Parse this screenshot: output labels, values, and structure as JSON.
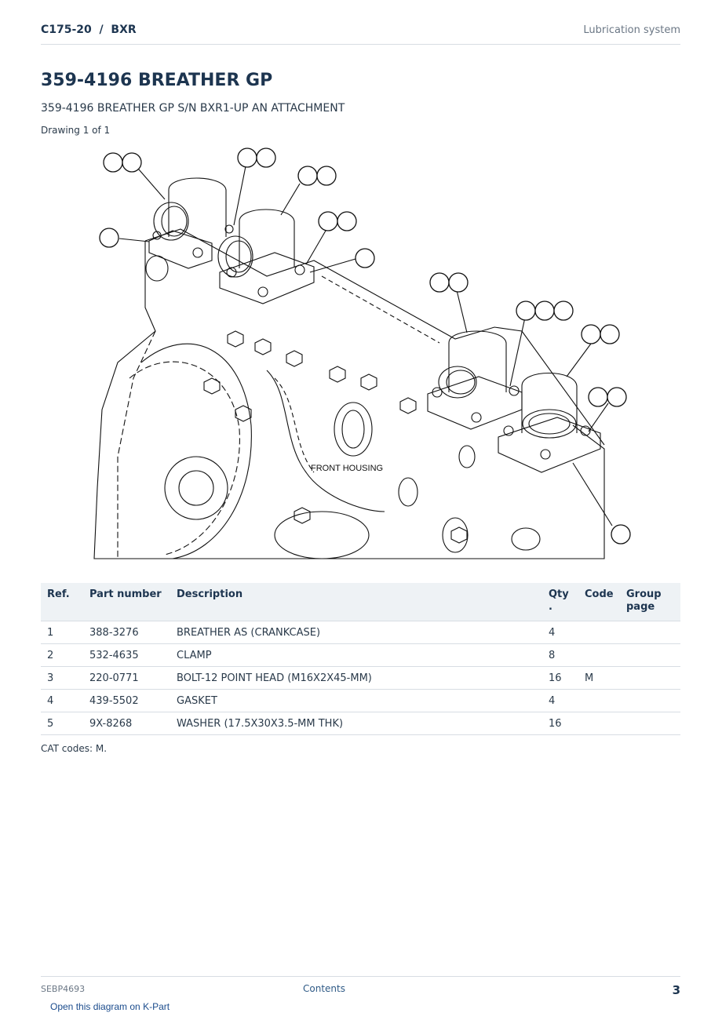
{
  "header": {
    "model": "C175-20  /  BXR",
    "section": "Lubrication system"
  },
  "title": "359-4196 BREATHER GP",
  "subtitle": "359-4196 BREATHER GP S/N BXR1-UP AN ATTACHMENT",
  "drawing_label": "Drawing 1 of 1",
  "diagram": {
    "callout_text": "FRONT HOUSING"
  },
  "table": {
    "headers": {
      "ref": "Ref.",
      "part_number": "Part number",
      "description": "Description",
      "qty": "Qty",
      "qty_dot": ".",
      "code": "Code",
      "group_page": "Group page"
    },
    "rows": [
      {
        "ref": "1",
        "part_number": "388-3276",
        "description": "BREATHER AS (CRANKCASE)",
        "qty": "4",
        "code": "",
        "group_page": ""
      },
      {
        "ref": "2",
        "part_number": "532-4635",
        "description": "CLAMP",
        "qty": "8",
        "code": "",
        "group_page": ""
      },
      {
        "ref": "3",
        "part_number": "220-0771",
        "description": "BOLT-12 POINT HEAD (M16X2X45-MM)",
        "qty": "16",
        "code": "M",
        "group_page": ""
      },
      {
        "ref": "4",
        "part_number": "439-5502",
        "description": "GASKET",
        "qty": "4",
        "code": "",
        "group_page": ""
      },
      {
        "ref": "5",
        "part_number": "9X-8268",
        "description": "WASHER (17.5X30X3.5-MM THK)",
        "qty": "16",
        "code": "",
        "group_page": ""
      }
    ]
  },
  "codes_note": "CAT codes: M.",
  "footer": {
    "doc_id": "SEBP4693",
    "contents_link": "Contents",
    "page_number": "3"
  },
  "kpart_link": "Open this diagram on K-Part"
}
